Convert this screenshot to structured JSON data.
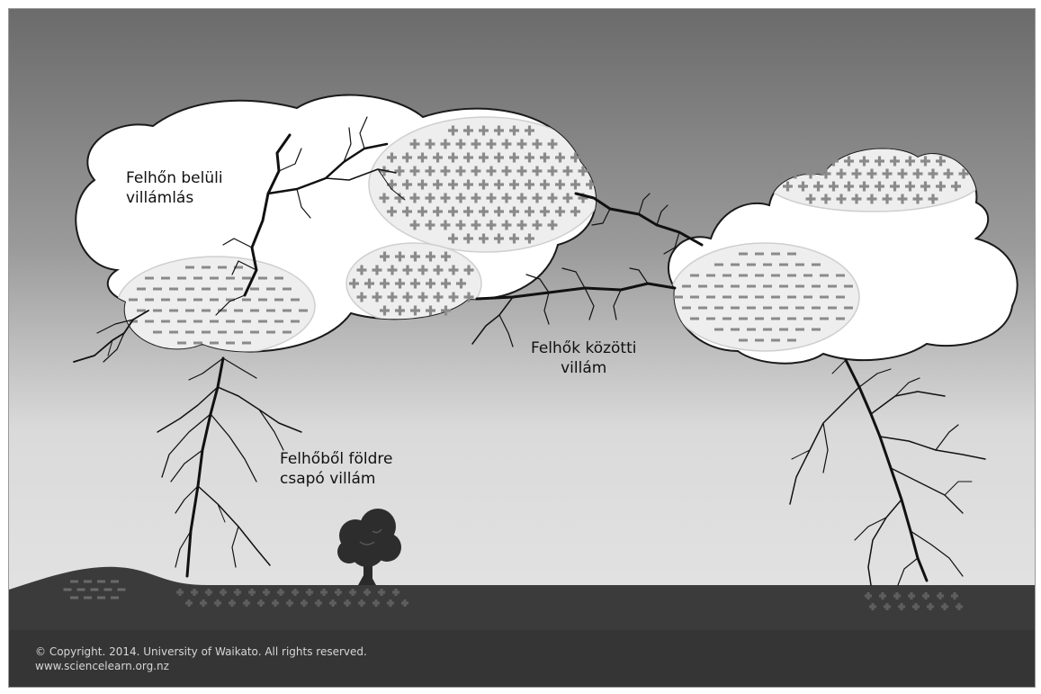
{
  "labels": {
    "intracloud": [
      "Felhőn belüli",
      "villámlás"
    ],
    "intercloud": [
      "Felhők közötti",
      "villám"
    ],
    "cloud_to_ground": [
      "Felhőből földre",
      "csapó villám"
    ]
  },
  "footer": {
    "copyright": "© Copyright. 2014. University of Waikato. All rights reserved.",
    "website": "www.sciencelearn.org.nz"
  },
  "colors": {
    "sky_top": "#6a6a6a",
    "sky_bottom": "#e4e4e4",
    "ground": "#3b3b3b",
    "cloud": "#ffffff",
    "charge_region": "#efefef",
    "charge_mark": "#8a8a8a",
    "bolt": "#111111"
  }
}
